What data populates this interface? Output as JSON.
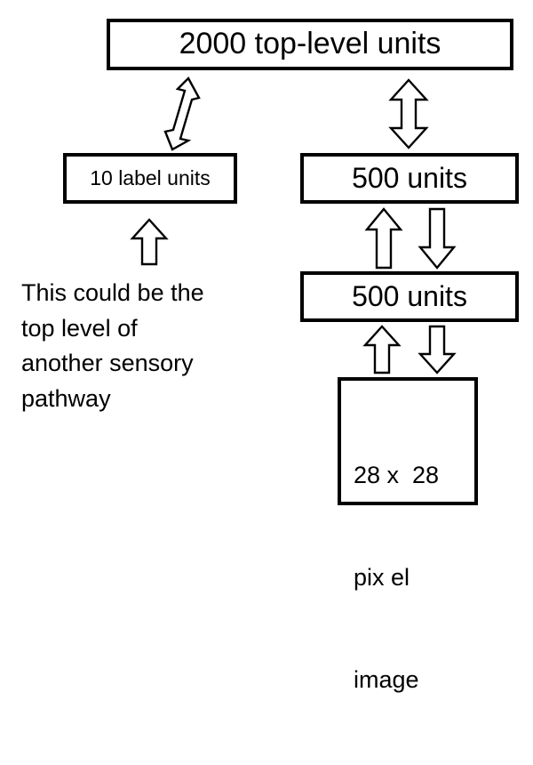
{
  "diagram": {
    "title_text": "2000 top-level units",
    "nodes": [
      {
        "id": "top",
        "label": "2000 top-level units"
      },
      {
        "id": "label_units",
        "label": "10 label units"
      },
      {
        "id": "units_500_upper",
        "label": "500 units"
      },
      {
        "id": "units_500_lower",
        "label": "500 units"
      },
      {
        "id": "input_image",
        "lines": [
          "28 x  28",
          "pix el",
          "image"
        ]
      }
    ],
    "caption": {
      "lines": [
        "This could be the",
        "top level of",
        "another sensory",
        "pathway"
      ]
    },
    "connectors": [
      {
        "name": "top-to-label-bidirectional",
        "style": "double-headed-diagonal"
      },
      {
        "name": "top-to-500-bidirectional",
        "style": "double-headed-vertical"
      },
      {
        "name": "label-units-up",
        "style": "single-up"
      },
      {
        "name": "500upper-500lower-up",
        "style": "single-up"
      },
      {
        "name": "500upper-500lower-down",
        "style": "single-down"
      },
      {
        "name": "image-to-500-up",
        "style": "single-up"
      },
      {
        "name": "500-to-image-down",
        "style": "single-down"
      }
    ],
    "colors": {
      "stroke": "#000000",
      "fill": "#ffffff",
      "text": "#000000"
    }
  }
}
